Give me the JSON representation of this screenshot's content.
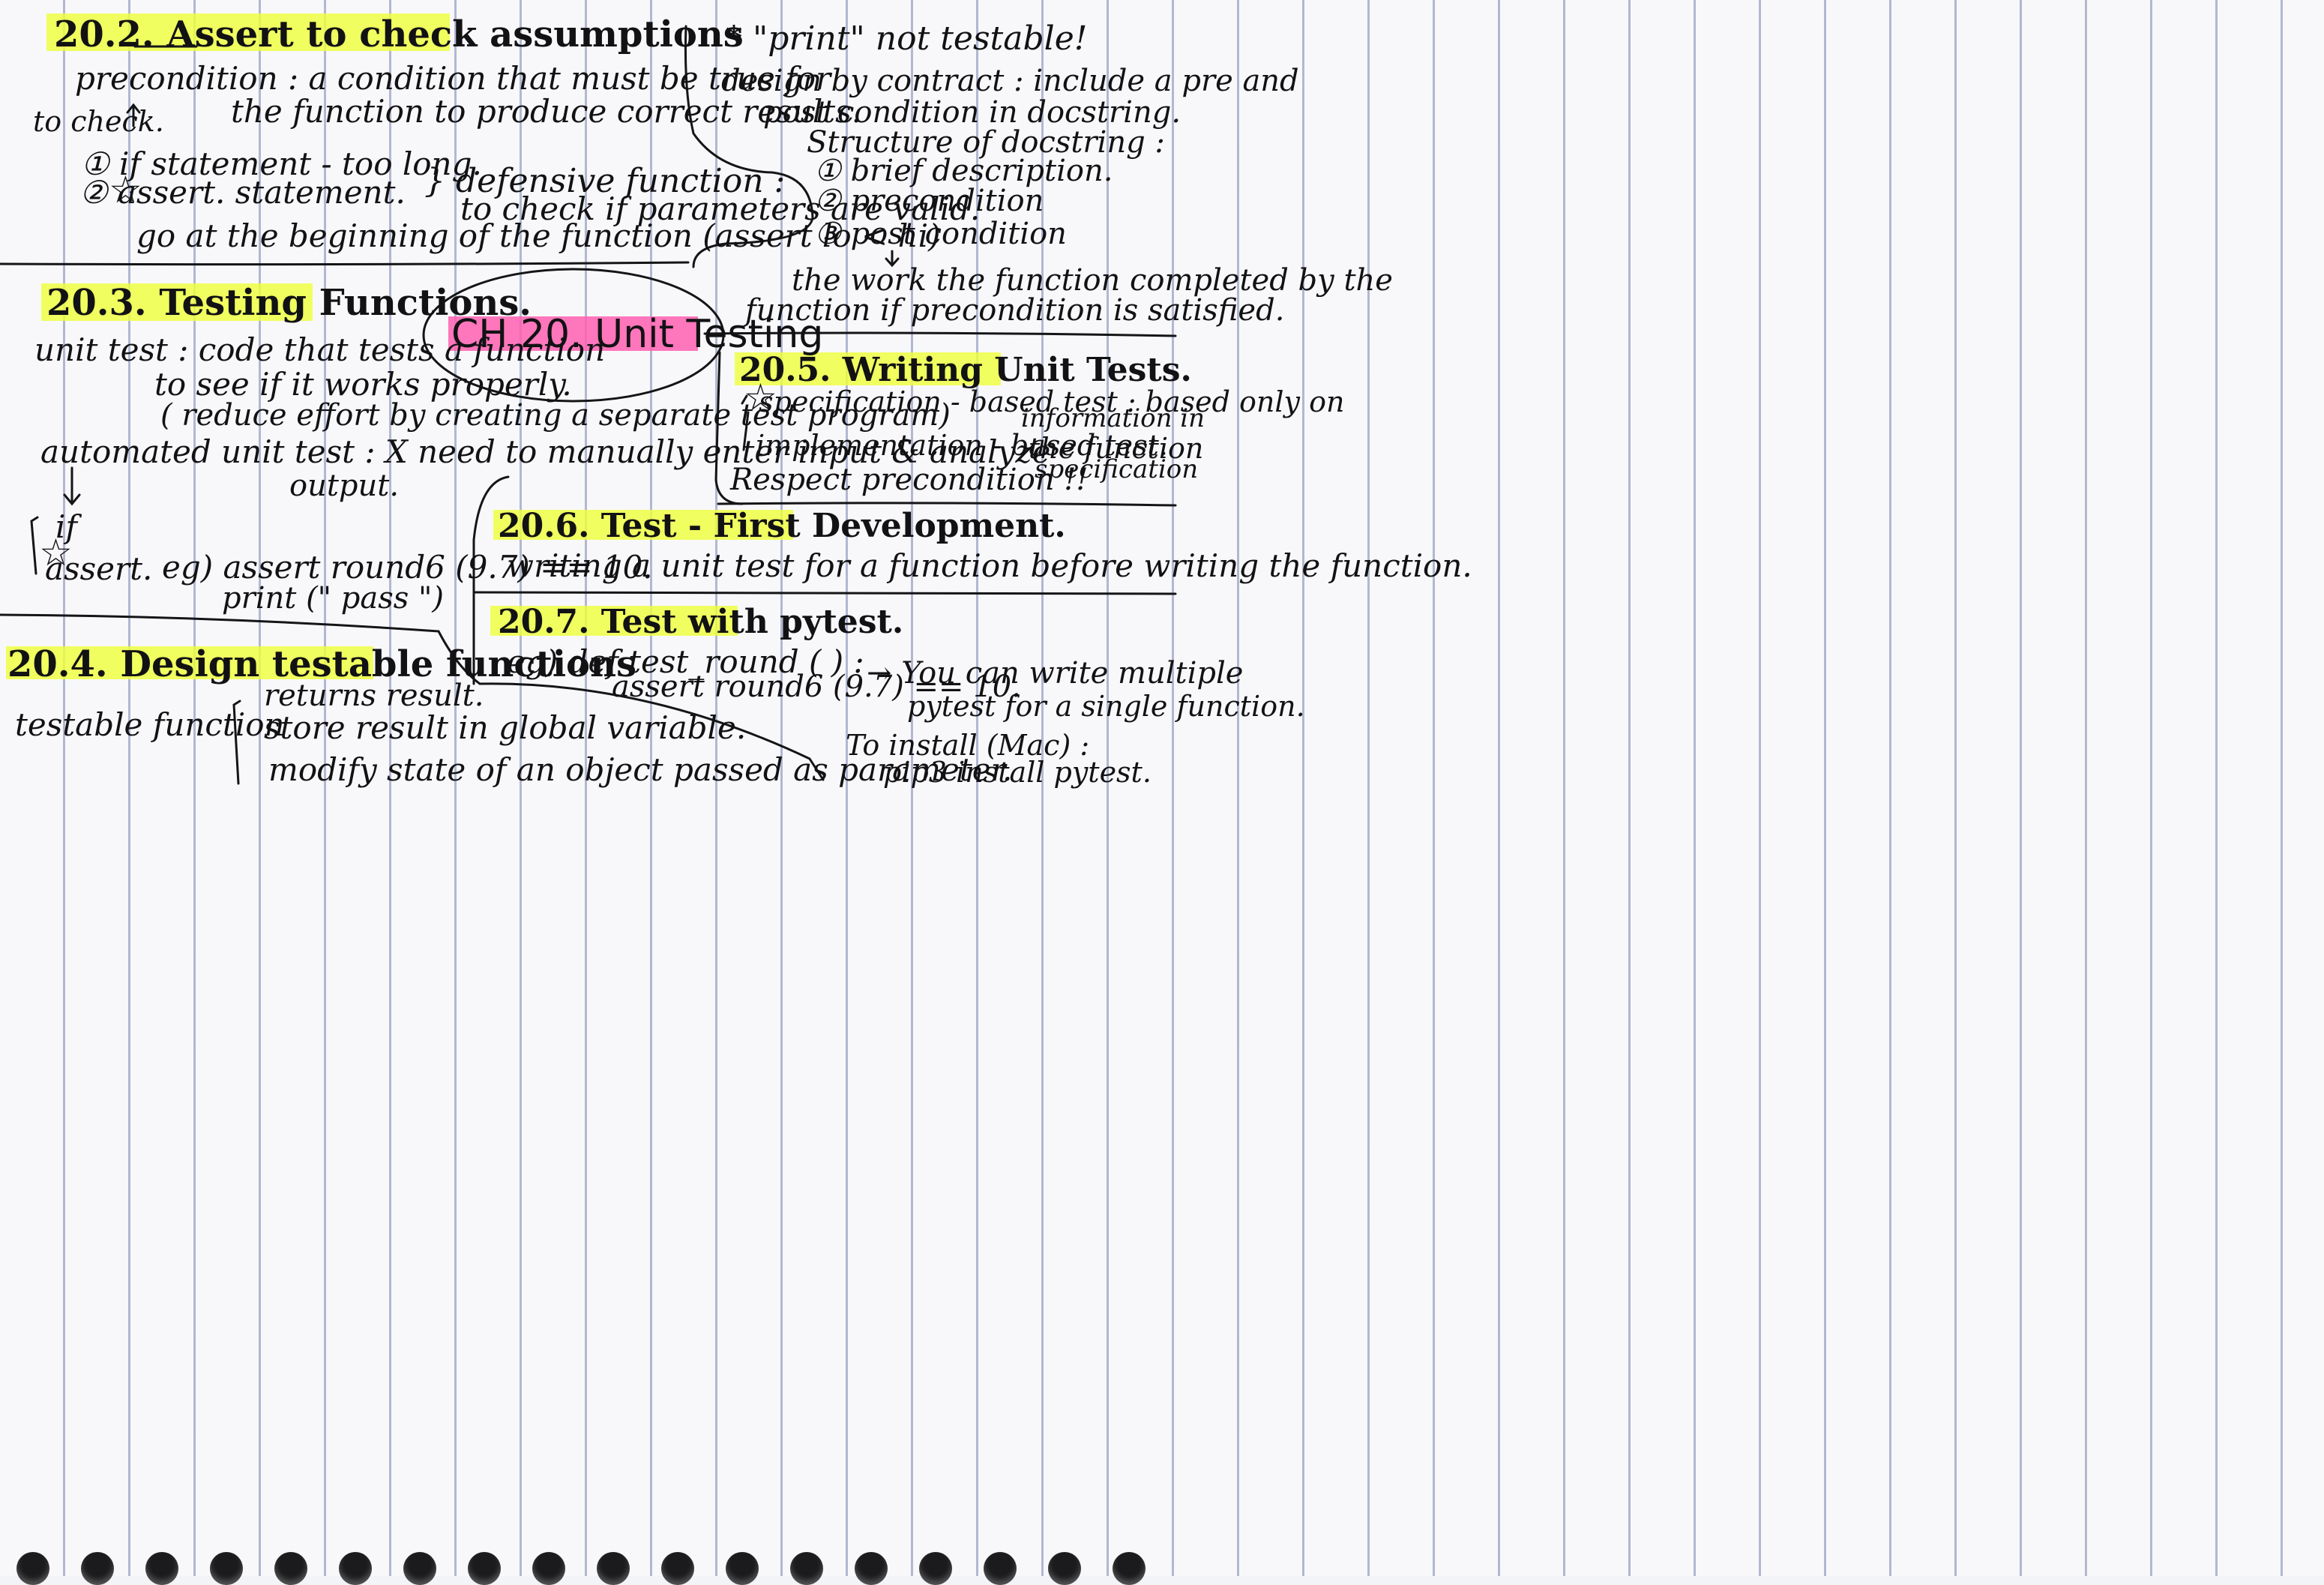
{
  "title": "CH 20. Unit Testing",
  "s20_2": {
    "heading": "20.2. Assert to check assumptions",
    "precondition_1": "precondition : a condition that must be true for",
    "precondition_2": "the function to produce correct results.",
    "to_check": "to check.",
    "item1": "① if statement - too long.",
    "item2": "② assert. statement.",
    "defensive_1": "} defensive function :",
    "defensive_2": "to check if parameters are valid.",
    "beginning": "go at the beginning of the function (assert lo < hi)"
  },
  "top_right": {
    "print_note": "* \"print\" not testable!",
    "dbc_1": "design by contract : include a pre and",
    "dbc_2": "post condition in docstring.",
    "structure": "Structure of docstring :",
    "s1": "① brief description.",
    "s2": "② precondition",
    "s3": "③ post condition",
    "work_1": "the work the function completed by the",
    "work_2": "function if precondition is satisfied."
  },
  "s20_3": {
    "heading": "20.3. Testing Functions.",
    "unit_1": "unit test : code that tests a function",
    "unit_2": "to see if it works properly.",
    "unit_3": "( reduce effort by creating a separate test program)",
    "auto_1": "automated unit test : X need to manually enter input & analyze",
    "auto_2": "output.",
    "if": "if",
    "assert": "assert.",
    "eg_1": "eg) assert round6 (9.7) == 10.",
    "eg_2": "print (\" pass \")"
  },
  "s20_4": {
    "heading": "20.4. Design testable functions",
    "testable": "testable function",
    "r1": "returns result.",
    "r2": "store result in global variable.",
    "r3": "modify state of an object passed as parameter."
  },
  "s20_5": {
    "heading": "20.5. Writing Unit Tests.",
    "spec": "specification - based test : based only on",
    "impl": "implementation - based test.",
    "side_1": "information in",
    "side_2": "the function",
    "side_3": "specification",
    "respect": "Respect precondition !!"
  },
  "s20_6": {
    "heading": "20.6. Test - First Development.",
    "body": "writing a unit test for a function before writing the function."
  },
  "s20_7": {
    "heading": "20.7. Test with pytest.",
    "eg_1": "eg) def test_round ( ) :",
    "eg_2": "assert round6 (9.7) == 10.",
    "multi_1": "→ You can write multiple",
    "multi_2": "pytest for a single function.",
    "install_1": "To install (Mac) :",
    "install_2": "pip3 install pytest."
  },
  "colors": {
    "highlight_yellow": "#eeff3c",
    "highlight_pink": "#ff5faf",
    "ink": "#121214",
    "paper": "#f8f8fb",
    "rule": "#7882af"
  }
}
